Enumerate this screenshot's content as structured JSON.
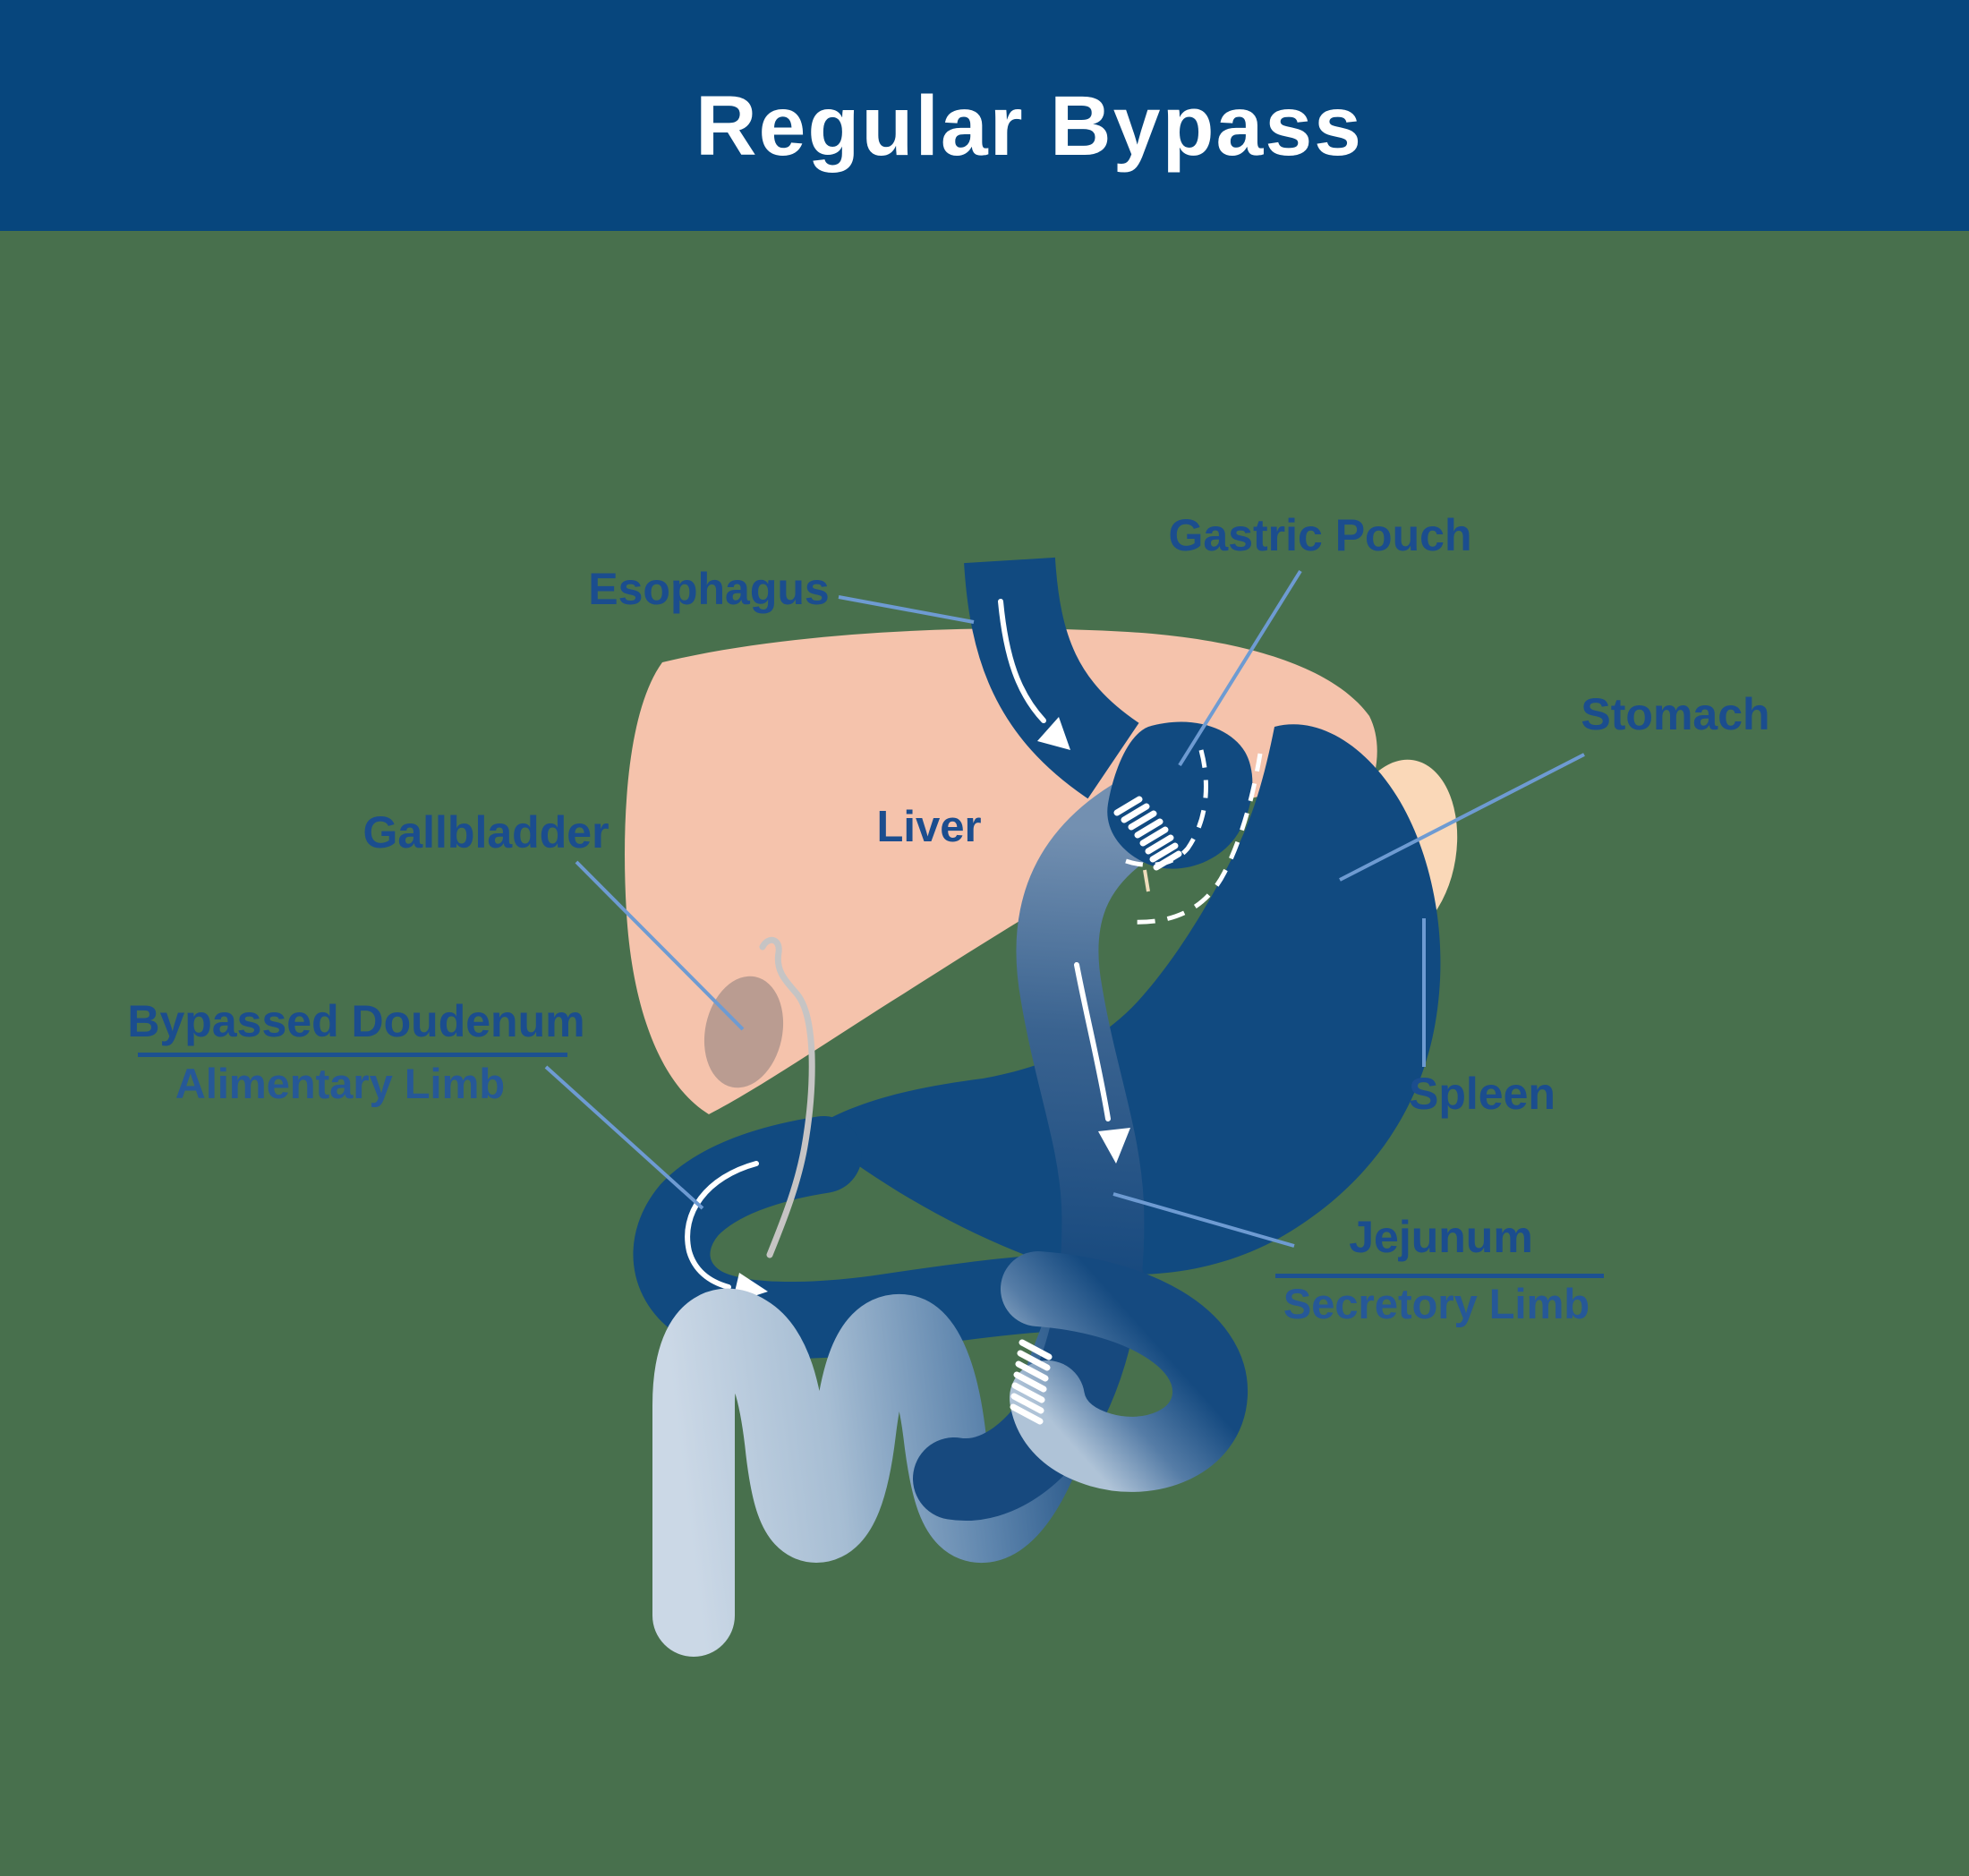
{
  "header": {
    "title": "Regular Bypass"
  },
  "diagram": {
    "labels": {
      "esophagus": "Esophagus",
      "gastric_pouch": "Gastric Pouch",
      "stomach": "Stomach",
      "spleen": "Spleen",
      "liver": "Liver",
      "gallbladder": "Gallbladder",
      "bypassed_duodenum": "Bypassed Doudenum",
      "alimentary_limb": "Alimentary Limb",
      "jejunum": "Jejunum",
      "secretory_limb": "Secretory Limb"
    }
  },
  "palette": {
    "header_bg": "#07467D",
    "background_green": "#48704D",
    "organ_blue": "#114A80",
    "liver_peach": "#F5C3AC",
    "spleen_peach": "#FAD8B8",
    "gallbladder_mauve": "#BA9C91",
    "duct_gray": "#C6C4C4",
    "label_text": "#1B4D8E",
    "sublabel_text": "#265897",
    "leader_line": "#6E9BD2",
    "stitch_white": "#FFFFFF",
    "tube_light": "#C9D7E5",
    "tissue_tan": "#EFDDBC"
  }
}
